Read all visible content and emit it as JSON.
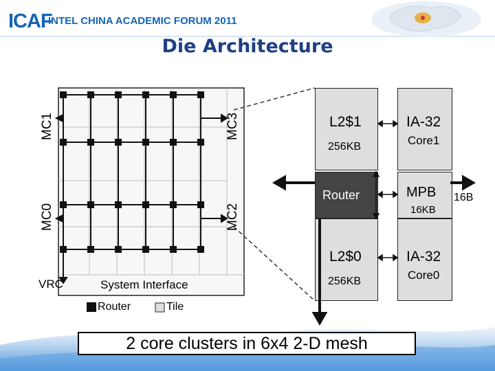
{
  "header": {
    "logo": "ICAF",
    "forum": "INTEL CHINA ACADEMIC FORUM 2011"
  },
  "title": "Die Architecture",
  "mesh": {
    "mc_labels": {
      "mc1": "MC1",
      "mc3": "MC3",
      "mc0": "MC0",
      "mc2": "MC2"
    },
    "vrc": "VRC",
    "system_interface": "System Interface",
    "legend": {
      "router": "Router",
      "tile": "Tile"
    }
  },
  "tile_detail": {
    "l2_1": "L2$1",
    "l2_1_size": "256KB",
    "ia32_top": "IA-32",
    "core1": "Core1",
    "router": "Router",
    "mpb": "MPB",
    "mpb_width": "16B",
    "mpb_size": "16KB",
    "l2_0": "L2$0",
    "l2_0_size": "256KB",
    "ia32_bottom": "IA-32",
    "core0": "Core0"
  },
  "caption": "2 core clusters in 6x4 2-D mesh",
  "colors": {
    "brand_blue": "#1664b4",
    "title_blue": "#1f3f87",
    "block_gray": "#dedede",
    "router_dark": "#444444"
  }
}
